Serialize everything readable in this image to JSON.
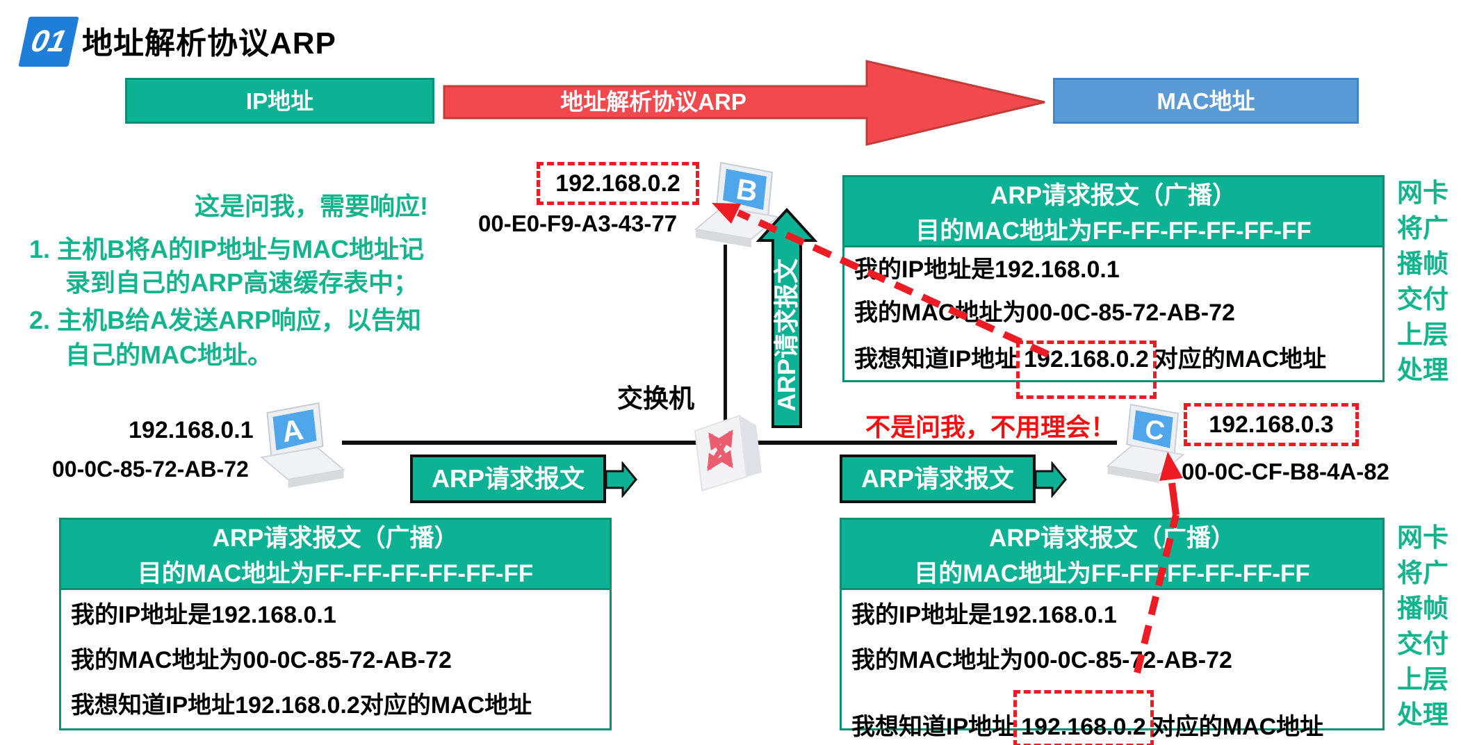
{
  "title": {
    "badge": "01",
    "text": "地址解析协议ARP"
  },
  "flow": {
    "ip": "IP地址",
    "arrow": "地址解析协议ARP",
    "mac": "MAC地址"
  },
  "annotation": {
    "intro": "这是问我，需要响应!",
    "item1a": "1. 主机B将A的IP地址与MAC地址记",
    "item1b": "录到自己的ARP高速缓存表中；",
    "item2a": "2. 主机B给A发送ARP响应，以告知",
    "item2b": "自己的MAC地址。"
  },
  "hosts": {
    "a": {
      "label": "A",
      "ip": "192.168.0.1",
      "mac": "00-0C-85-72-AB-72"
    },
    "b": {
      "label": "B",
      "ip": "192.168.0.2",
      "mac": "00-E0-F9-A3-43-77"
    },
    "c": {
      "label": "C",
      "ip": "192.168.0.3",
      "mac": "00-0C-CF-B8-4A-82"
    }
  },
  "network": {
    "switch_label": "交换机"
  },
  "labels": {
    "vertical_arrow": "ARP请求报文",
    "left_packet": "ARP请求报文",
    "right_packet": "ARP请求报文",
    "ignore_note": "不是问我，不用理会！"
  },
  "side_note": [
    "网卡",
    "将广",
    "播帧",
    "交付",
    "上层",
    "处理"
  ],
  "boxes": {
    "top_right": {
      "header1": "ARP请求报文（广播）",
      "header2": "目的MAC地址为FF-FF-FF-FF-FF-FF",
      "line1": "我的IP地址是192.168.0.1",
      "line2": "我的MAC地址为00-0C-85-72-AB-72",
      "line3_pre": "我想知道IP地址",
      "line3_ip": "192.168.0.2",
      "line3_post": "对应的MAC地址"
    },
    "bottom_left": {
      "header1": "ARP请求报文（广播）",
      "header2": "目的MAC地址为FF-FF-FF-FF-FF-FF",
      "line1": "我的IP地址是192.168.0.1",
      "line2": "我的MAC地址为00-0C-85-72-AB-72",
      "line3": "我想知道IP地址192.168.0.2对应的MAC地址"
    },
    "bottom_right": {
      "header1": "ARP请求报文（广播）",
      "header2": "目的MAC地址为FF-FF-FF-FF-FF-FF",
      "line1": "我的IP地址是192.168.0.1",
      "line2": "我的MAC地址为00-0C-85-72-AB-72",
      "line3_pre": "我想知道IP地址",
      "line3_ip": "192.168.0.2",
      "line3_post": "对应的MAC地址"
    }
  },
  "colors": {
    "teal": "#0DB295",
    "teal_border": "#0B8F75",
    "blue": "#5B9BD5",
    "badge_blue": "#1F7FD8",
    "red_arrow": "#F2494F",
    "red_dash": "#EC1B24",
    "red_text": "#F50F0F",
    "green_text": "#12B48E"
  }
}
